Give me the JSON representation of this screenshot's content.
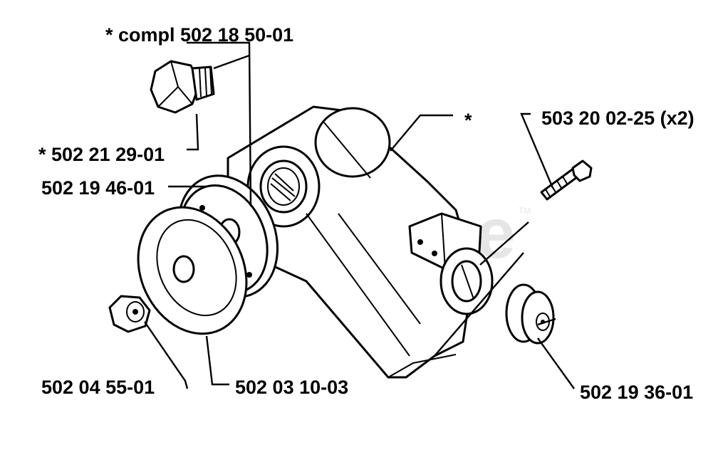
{
  "watermark": {
    "text": "PartsTree",
    "tm": "TM"
  },
  "labels": {
    "compl": "*  compl 502 18 50-01",
    "plug": "*  502 21 29-01",
    "flange": "502 19 46-01",
    "housing_asterisk": "*",
    "screws": "503 20 02-25 (x2)",
    "nut": "502 04 55-01",
    "disc": "502 03 10-03",
    "cap": "502 19 36-01"
  },
  "colors": {
    "ink": "#000000",
    "paper": "#ffffff",
    "watermark": "#e6e6e6"
  }
}
